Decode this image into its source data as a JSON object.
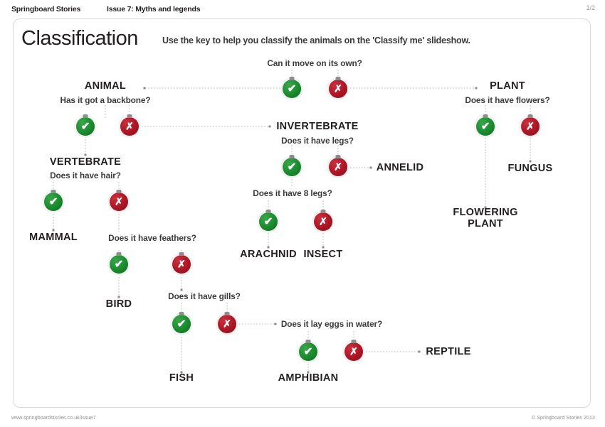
{
  "header": {
    "brand": "Springboard Stories",
    "issue": "Issue 7: Myths and legends",
    "page": "1/2"
  },
  "footer": {
    "url": "www.springboardstories.co.uk/issue7",
    "copyright": "© Springboard Stories 2013"
  },
  "page": {
    "title": "Classification",
    "subtitle": "Use the key to help you classify the animals on the 'Classify me' slideshow."
  },
  "icons": {
    "yes": "✔",
    "no": "✗"
  },
  "colors": {
    "yes_green": "#1a8a2e",
    "no_red": "#ac1524",
    "line_gray": "#b5b5b5",
    "text": "#231f20",
    "card_border": "#d9d9d9"
  },
  "chart_data": {
    "type": "diagram",
    "title": "Classification",
    "description": "Branching identification key for classifying living things",
    "questions": [
      {
        "id": "q-move",
        "text": "Can it move on its own?",
        "yes": "ANIMAL",
        "no": "PLANT"
      },
      {
        "id": "q-backbone",
        "text": "Has it got a backbone?",
        "yes": "VERTEBRATE",
        "no": "INVERTEBRATE"
      },
      {
        "id": "q-hair",
        "text": "Does it have hair?",
        "yes": "MAMMAL",
        "no": "Does it have feathers?"
      },
      {
        "id": "q-feathers",
        "text": "Does it have feathers?",
        "yes": "BIRD",
        "no": "Does it have gills?"
      },
      {
        "id": "q-gills",
        "text": "Does it have gills?",
        "yes": "FISH",
        "no": "Does it lay eggs in water?"
      },
      {
        "id": "q-eggs",
        "text": "Does it lay eggs in water?",
        "yes": "AMPHIBIAN",
        "no": "REPTILE"
      },
      {
        "id": "q-legs",
        "text": "Does it have legs?",
        "yes": "Does it have 8 legs?",
        "no": "ANNELID"
      },
      {
        "id": "q-8legs",
        "text": "Does it have 8 legs?",
        "yes": "ARACHNID",
        "no": "INSECT"
      },
      {
        "id": "q-flowers",
        "text": "Does it have flowers?",
        "yes": "FLOWERING PLANT",
        "no": "FUNGUS"
      }
    ],
    "categories": [
      "ANIMAL",
      "PLANT",
      "VERTEBRATE",
      "INVERTEBRATE",
      "MAMMAL",
      "BIRD",
      "FISH",
      "AMPHIBIAN",
      "REPTILE",
      "ANNELID",
      "ARACHNID",
      "INSECT",
      "FLOWERING PLANT",
      "FUNGUS"
    ]
  },
  "nodes": {
    "q_move": "Can it move on its own?",
    "animal": "ANIMAL",
    "plant": "PLANT",
    "q_backbone": "Has it got a backbone?",
    "q_flowers": "Does it have flowers?",
    "vertebrate": "VERTEBRATE",
    "invertebrate": "INVERTEBRATE",
    "flowering_plant": "FLOWERING PLANT",
    "fungus": "FUNGUS",
    "q_hair": "Does it have hair?",
    "q_legs": "Does it have legs?",
    "mammal": "MAMMAL",
    "annelid": "ANNELID",
    "q_feathers": "Does it have feathers?",
    "q_8legs": "Does it have 8 legs?",
    "bird": "BIRD",
    "arachnid": "ARACHNID",
    "insect": "INSECT",
    "q_gills": "Does it have gills?",
    "fish": "FISH",
    "q_eggs": "Does it lay eggs in water?",
    "amphibian": "AMPHIBIAN",
    "reptile": "REPTILE"
  }
}
